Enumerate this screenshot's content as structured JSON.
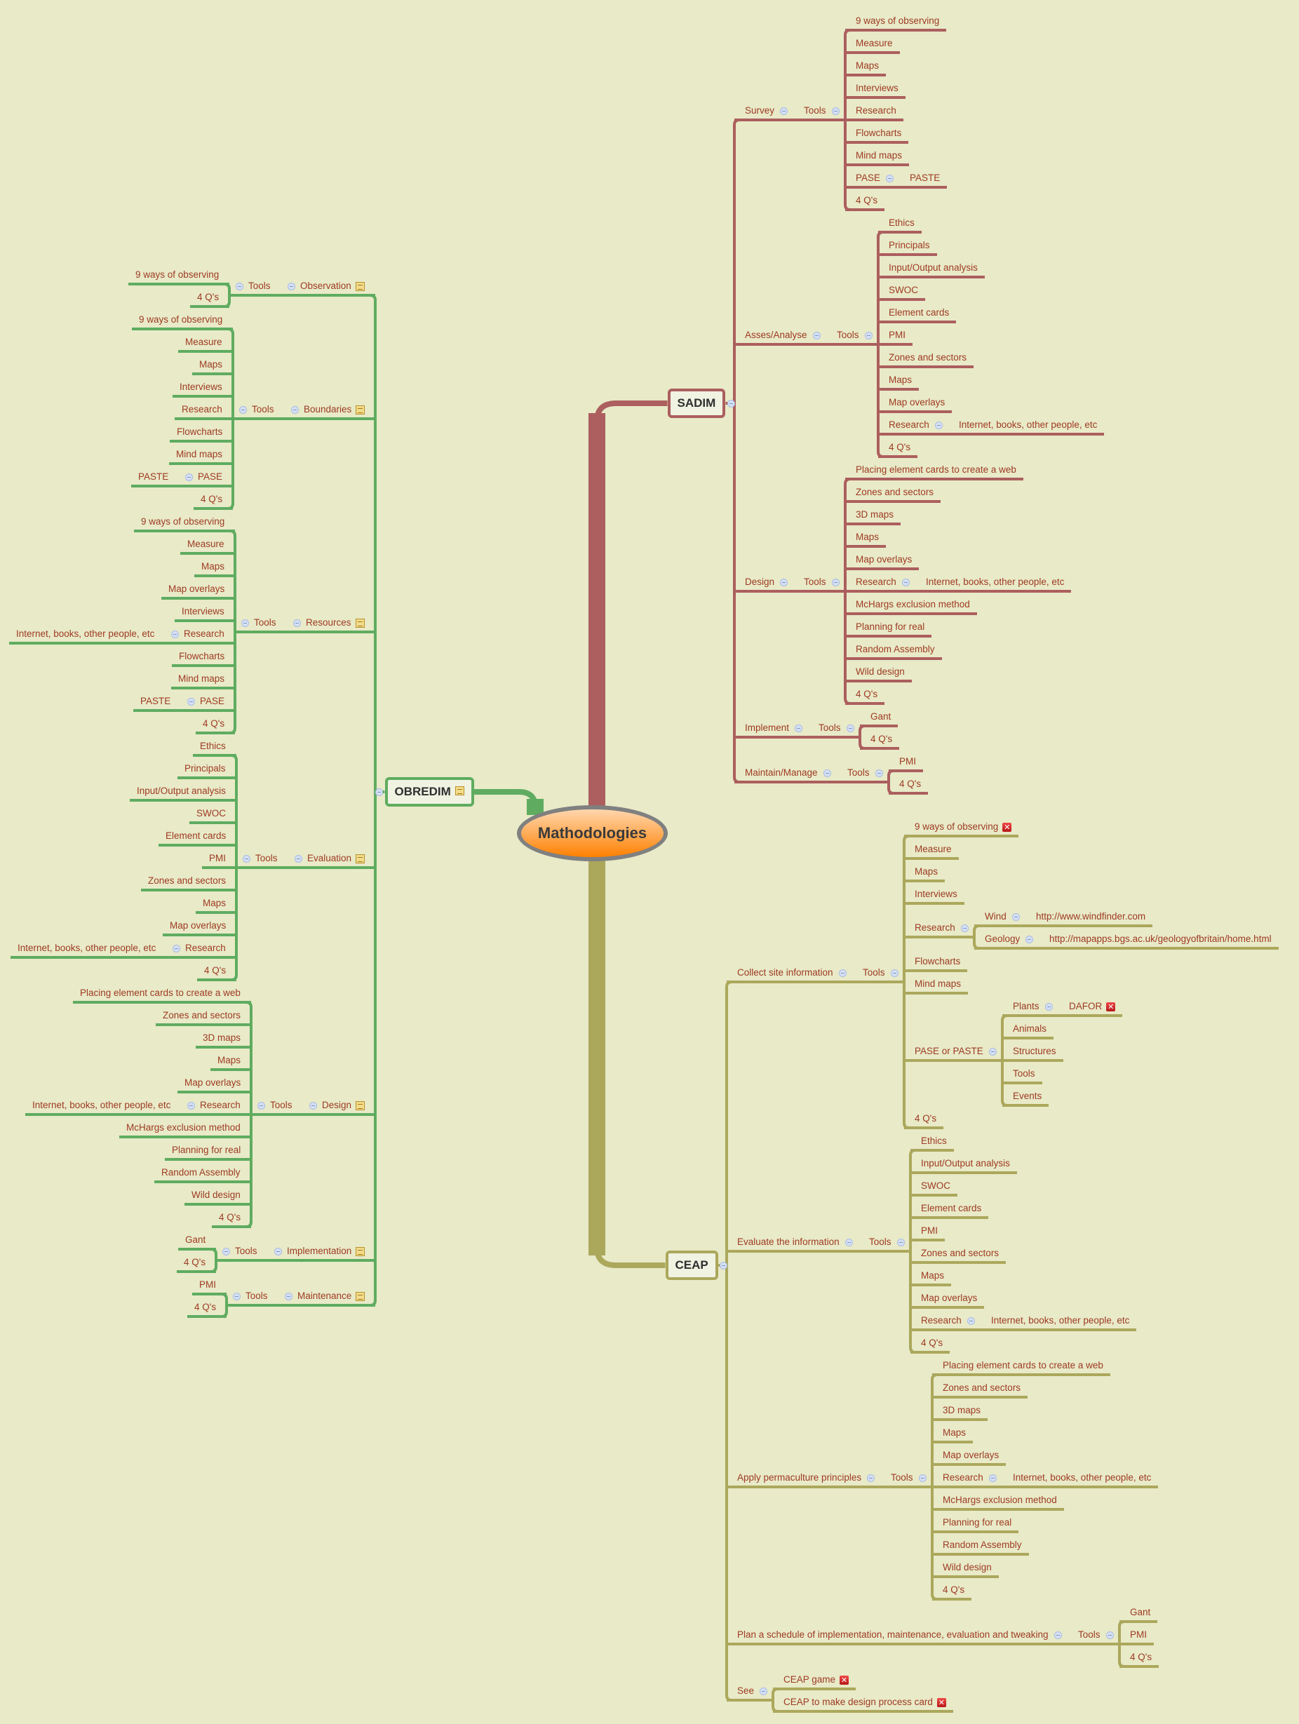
{
  "title": "Mathodologies",
  "colors": {
    "background": "#e8eac8",
    "text": "#9e3a22",
    "sadim": "#ac5f5e",
    "obredim": "#5fac60",
    "ceap": "#aba85c",
    "center_fill": "#ff8c1a"
  },
  "branches": [
    {
      "label": "SADIM",
      "children": [
        {
          "label": "Survey",
          "children": [
            {
              "label": "Tools",
              "children": [
                {
                  "label": "9 ways of observing"
                },
                {
                  "label": "Measure"
                },
                {
                  "label": "Maps"
                },
                {
                  "label": "Interviews"
                },
                {
                  "label": "Research"
                },
                {
                  "label": "Flowcharts"
                },
                {
                  "label": "Mind maps"
                },
                {
                  "label": "PASE",
                  "children": [
                    {
                      "label": "PASTE"
                    }
                  ]
                },
                {
                  "label": "4 Q's"
                }
              ]
            }
          ]
        },
        {
          "label": "Asses/Analyse",
          "children": [
            {
              "label": "Tools",
              "children": [
                {
                  "label": "Ethics"
                },
                {
                  "label": "Principals"
                },
                {
                  "label": "Input/Output analysis"
                },
                {
                  "label": "SWOC"
                },
                {
                  "label": "Element cards"
                },
                {
                  "label": "PMI"
                },
                {
                  "label": "Zones and sectors"
                },
                {
                  "label": "Maps"
                },
                {
                  "label": "Map overlays"
                },
                {
                  "label": "Research",
                  "children": [
                    {
                      "label": "Internet, books, other people, etc"
                    }
                  ]
                },
                {
                  "label": "4 Q's"
                }
              ]
            }
          ]
        },
        {
          "label": "Design",
          "children": [
            {
              "label": "Tools",
              "children": [
                {
                  "label": "Placing element cards to create a web"
                },
                {
                  "label": "Zones and sectors"
                },
                {
                  "label": "3D maps"
                },
                {
                  "label": "Maps"
                },
                {
                  "label": "Map overlays"
                },
                {
                  "label": "Research",
                  "children": [
                    {
                      "label": "Internet, books, other people, etc"
                    }
                  ]
                },
                {
                  "label": "McHargs exclusion method"
                },
                {
                  "label": "Planning for real"
                },
                {
                  "label": "Random Assembly"
                },
                {
                  "label": "Wild design"
                },
                {
                  "label": "4 Q's"
                }
              ]
            }
          ]
        },
        {
          "label": "Implement",
          "children": [
            {
              "label": "Tools",
              "children": [
                {
                  "label": "Gant"
                },
                {
                  "label": "4 Q's"
                }
              ]
            }
          ]
        },
        {
          "label": "Maintain/Manage",
          "children": [
            {
              "label": "Tools",
              "children": [
                {
                  "label": "PMI"
                },
                {
                  "label": "4 Q's"
                }
              ]
            }
          ]
        }
      ]
    },
    {
      "label": "OBREDIM",
      "icon": "note-icon",
      "children": [
        {
          "label": "Observation",
          "icon": "note-icon",
          "children": [
            {
              "label": "Tools",
              "children": [
                {
                  "label": "9 ways of observing"
                },
                {
                  "label": "4 Q's"
                }
              ]
            }
          ]
        },
        {
          "label": "Boundaries",
          "icon": "note-icon",
          "children": [
            {
              "label": "Tools",
              "children": [
                {
                  "label": "9 ways of observing"
                },
                {
                  "label": "Measure"
                },
                {
                  "label": "Maps"
                },
                {
                  "label": "Interviews"
                },
                {
                  "label": "Research"
                },
                {
                  "label": "Flowcharts"
                },
                {
                  "label": "Mind maps"
                },
                {
                  "label": "PASE",
                  "children": [
                    {
                      "label": "PASTE"
                    }
                  ]
                },
                {
                  "label": "4 Q's"
                }
              ]
            }
          ]
        },
        {
          "label": "Resources",
          "icon": "note-icon",
          "children": [
            {
              "label": "Tools",
              "children": [
                {
                  "label": "9 ways of observing"
                },
                {
                  "label": "Measure"
                },
                {
                  "label": "Maps"
                },
                {
                  "label": "Map overlays"
                },
                {
                  "label": "Interviews"
                },
                {
                  "label": "Research",
                  "children": [
                    {
                      "label": "Internet, books, other people, etc"
                    }
                  ]
                },
                {
                  "label": "Flowcharts"
                },
                {
                  "label": "Mind maps"
                },
                {
                  "label": "PASE",
                  "children": [
                    {
                      "label": "PASTE"
                    }
                  ]
                },
                {
                  "label": "4 Q's"
                }
              ]
            }
          ]
        },
        {
          "label": "Evaluation",
          "icon": "note-icon",
          "children": [
            {
              "label": "Tools",
              "children": [
                {
                  "label": "Ethics"
                },
                {
                  "label": "Principals"
                },
                {
                  "label": "Input/Output analysis"
                },
                {
                  "label": "SWOC"
                },
                {
                  "label": "Element cards"
                },
                {
                  "label": "PMI"
                },
                {
                  "label": "Zones and sectors"
                },
                {
                  "label": "Maps"
                },
                {
                  "label": "Map overlays"
                },
                {
                  "label": "Research",
                  "children": [
                    {
                      "label": "Internet, books, other people, etc"
                    }
                  ]
                },
                {
                  "label": "4 Q's"
                }
              ]
            }
          ]
        },
        {
          "label": "Design",
          "icon": "note-icon",
          "children": [
            {
              "label": "Tools",
              "children": [
                {
                  "label": "Placing element cards to create a web"
                },
                {
                  "label": "Zones and sectors"
                },
                {
                  "label": "3D maps"
                },
                {
                  "label": "Maps"
                },
                {
                  "label": "Map overlays"
                },
                {
                  "label": "Research",
                  "children": [
                    {
                      "label": "Internet, books, other people, etc"
                    }
                  ]
                },
                {
                  "label": "McHargs exclusion method"
                },
                {
                  "label": "Planning for real"
                },
                {
                  "label": "Random Assembly"
                },
                {
                  "label": "Wild design"
                },
                {
                  "label": "4 Q's"
                }
              ]
            }
          ]
        },
        {
          "label": "Implementation",
          "icon": "note-icon",
          "children": [
            {
              "label": "Tools",
              "children": [
                {
                  "label": "Gant"
                },
                {
                  "label": "4 Q's"
                }
              ]
            }
          ]
        },
        {
          "label": "Maintenance",
          "icon": "note-icon",
          "children": [
            {
              "label": "Tools",
              "children": [
                {
                  "label": "PMI"
                },
                {
                  "label": "4 Q's"
                }
              ]
            }
          ]
        }
      ]
    },
    {
      "label": "CEAP",
      "children": [
        {
          "label": "Collect site information",
          "children": [
            {
              "label": "Tools",
              "children": [
                {
                  "label": "9 ways of observing",
                  "icon": "flag-icon"
                },
                {
                  "label": "Measure"
                },
                {
                  "label": "Maps"
                },
                {
                  "label": "Interviews"
                },
                {
                  "label": "Research",
                  "children": [
                    {
                      "label": "Wind",
                      "children": [
                        {
                          "label": "http://www.windfinder.com"
                        }
                      ]
                    },
                    {
                      "label": "Geology",
                      "children": [
                        {
                          "label": "http://mapapps.bgs.ac.uk/geologyofbritain/home.html"
                        }
                      ]
                    }
                  ]
                },
                {
                  "label": "Flowcharts"
                },
                {
                  "label": "Mind maps"
                },
                {
                  "label": "PASE or PASTE",
                  "children": [
                    {
                      "label": "Plants",
                      "children": [
                        {
                          "label": "DAFOR",
                          "icon": "flag-icon"
                        }
                      ]
                    },
                    {
                      "label": "Animals"
                    },
                    {
                      "label": "Structures"
                    },
                    {
                      "label": "Tools"
                    },
                    {
                      "label": "Events"
                    }
                  ]
                },
                {
                  "label": "4 Q's"
                }
              ]
            }
          ]
        },
        {
          "label": "Evaluate the information",
          "children": [
            {
              "label": "Tools",
              "children": [
                {
                  "label": "Ethics"
                },
                {
                  "label": "Input/Output analysis"
                },
                {
                  "label": "SWOC"
                },
                {
                  "label": "Element cards"
                },
                {
                  "label": "PMI"
                },
                {
                  "label": "Zones and sectors"
                },
                {
                  "label": "Maps"
                },
                {
                  "label": "Map overlays"
                },
                {
                  "label": "Research",
                  "children": [
                    {
                      "label": "Internet, books, other people, etc"
                    }
                  ]
                },
                {
                  "label": "4 Q's"
                }
              ]
            }
          ]
        },
        {
          "label": "Apply permaculture principles",
          "children": [
            {
              "label": "Tools",
              "children": [
                {
                  "label": "Placing element cards to create a web"
                },
                {
                  "label": "Zones and sectors"
                },
                {
                  "label": "3D maps"
                },
                {
                  "label": "Maps"
                },
                {
                  "label": "Map overlays"
                },
                {
                  "label": "Research",
                  "children": [
                    {
                      "label": "Internet, books, other people, etc"
                    }
                  ]
                },
                {
                  "label": "McHargs exclusion method"
                },
                {
                  "label": "Planning for real"
                },
                {
                  "label": "Random Assembly"
                },
                {
                  "label": "Wild design"
                },
                {
                  "label": "4 Q's"
                }
              ]
            }
          ]
        },
        {
          "label": "Plan a schedule of implementation, maintenance, evaluation and tweaking",
          "children": [
            {
              "label": "Tools",
              "children": [
                {
                  "label": "Gant"
                },
                {
                  "label": "PMI"
                },
                {
                  "label": "4 Q's"
                }
              ]
            }
          ]
        },
        {
          "label": "See",
          "children": [
            {
              "label": "CEAP game",
              "icon": "flag-icon"
            },
            {
              "label": "CEAP to make design process card",
              "icon": "flag-icon"
            }
          ]
        }
      ]
    }
  ]
}
